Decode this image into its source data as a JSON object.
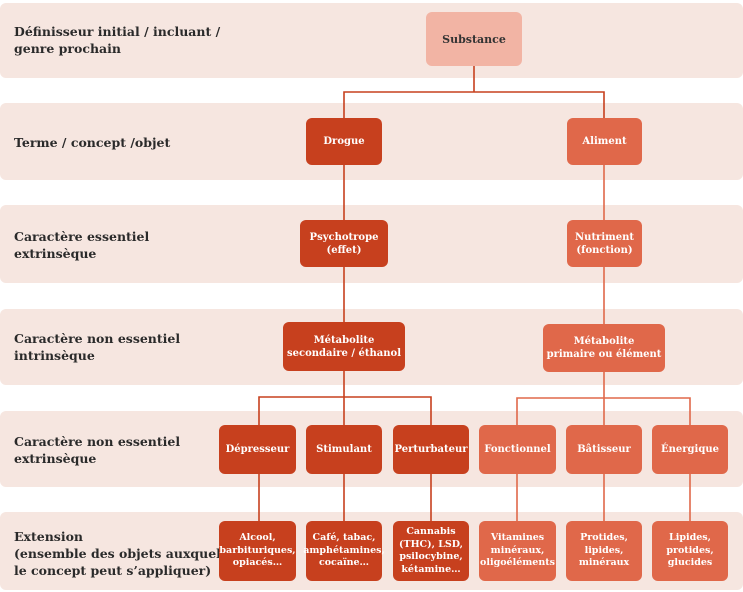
{
  "rows": [
    {
      "label": "Définisseur initial / incluant /\ngenre prochain"
    },
    {
      "label": "Terme / concept /objet"
    },
    {
      "label": "Caractère essentiel\nextrinsèque"
    },
    {
      "label": "Caractère non essentiel\nintrinsèque"
    },
    {
      "label": "Caractère non essentiel\nextrinsèque"
    },
    {
      "label": "Extension\n(ensemble des objets auxquels\nle concept peut s’appliquer)"
    }
  ],
  "nodes": {
    "substance": "Substance",
    "drogue": "Drogue",
    "aliment": "Aliment",
    "psychotrope": "Psychotrope\n(effet)",
    "nutriment": "Nutriment\n(fonction)",
    "metabolite_sec": "Métabolite\nsecondaire / éthanol",
    "metabolite_prim": "Métabolite\nprimaire ou élément",
    "depresseur": "Dépresseur",
    "stimulant": "Stimulant",
    "perturbateur": "Perturbateur",
    "fonctionnel": "Fonctionnel",
    "batisseur": "Bâtisseur",
    "energique": "Énergique",
    "ext_depresseur": "Alcool,\nbarbituriques,\nopiacés…",
    "ext_stimulant": "Café, tabac,\namphétamines,\ncocaïne…",
    "ext_perturbateur": "Cannabis\n(THC), LSD,\npsilocybine,\nkétamine…",
    "ext_fonctionnel": "Vitamines\nminéraux,\noligoéléments",
    "ext_batisseur": "Protides,\nlipides,\nminéraux",
    "ext_energique": "Lipides,\nprotides,\nglucides"
  },
  "colors": {
    "band": "#f6e6e0",
    "drug_branch": "#c7401e",
    "food_branch": "#e0684a",
    "root": "#f2b4a4"
  }
}
